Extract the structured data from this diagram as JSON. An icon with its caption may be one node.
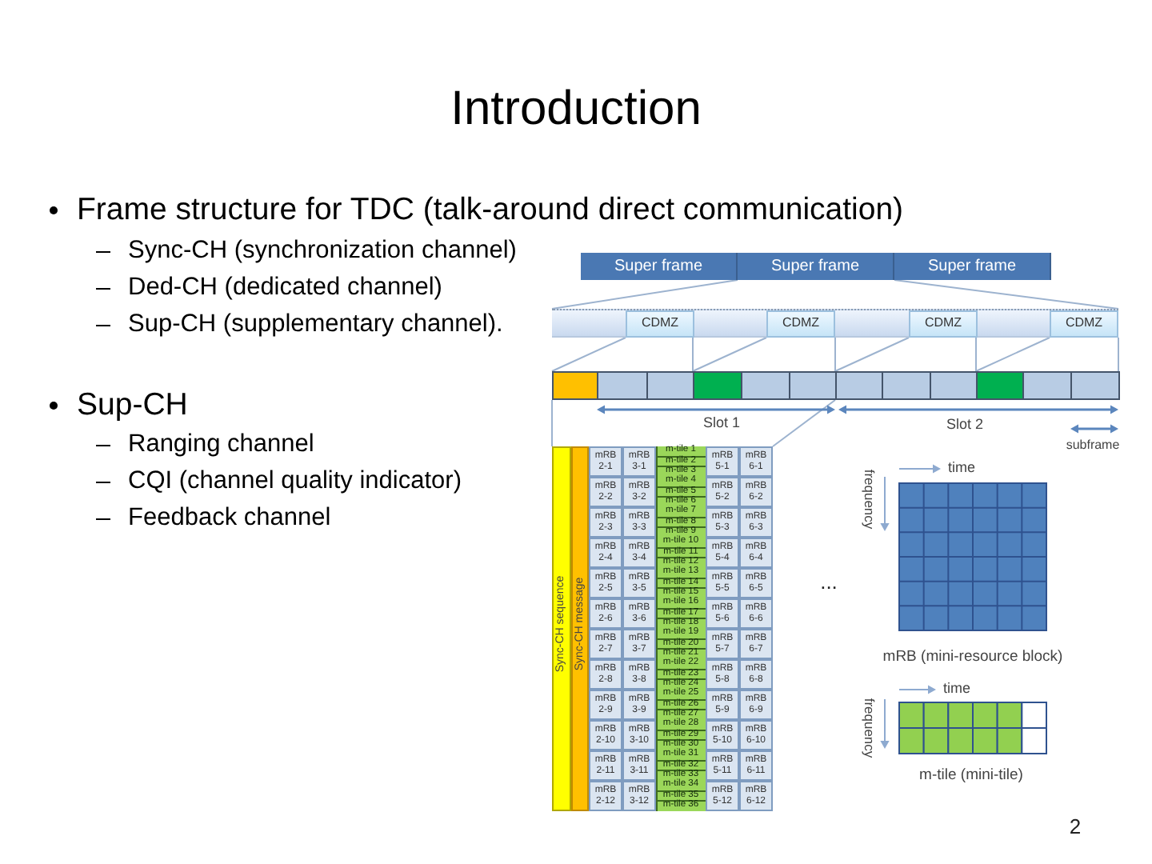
{
  "diagram": {
    "title": "Introduction",
    "nodes": [
      {
        "text": [
          "Super frame"
        ]
      },
      {
        "text": [
          "Super frame"
        ]
      },
      {
        "text": [
          "Super frame"
        ]
      },
      {
        "text": [
          "CDMZ"
        ]
      },
      {
        "text": [
          "CDMZ"
        ]
      },
      {
        "text": [
          "CDMZ"
        ]
      },
      {
        "text": [
          "CDMZ"
        ]
      }
    ],
    "labels": [
      "Frame structure for TDC (talk-around direct communication)",
      "Sync-CH (synchronization channel)",
      "Ded-CH (dedicated channel)",
      "Sup-CH (supplementary channel).",
      "Sup-CH",
      "Ranging channel",
      "CQI (channel quality indicator)",
      "Feedback channel",
      "Slot 1",
      "Slot 2",
      "subframe",
      "Sync-CH sequence",
      "Sync-CH message",
      "mRB 2-1",
      "mRB 3-1",
      "m-tile 1",
      "m-tile 2",
      "m-tile 3",
      "mRB 5-1",
      "mRB 6-1",
      "mRB 2-2",
      "mRB 3-2",
      "m-tile 4",
      "m-tile 5",
      "m-tile 6",
      "mRB 5-2",
      "mRB 6-2",
      "mRB 2-3",
      "mRB 3-3",
      "m-tile 7",
      "m-tile 8",
      "m-tile 9",
      "mRB 5-3",
      "mRB 6-3",
      "mRB 2-4",
      "mRB 3-4",
      "m-tile 10",
      "m-tile 11",
      "m-tile 12",
      "mRB 5-4",
      "mRB 6-4",
      "mRB 2-5",
      "mRB 3-5",
      "m-tile 13",
      "m-tile 14",
      "m-tile 15",
      "mRB 5-5",
      "mRB 6-5",
      "mRB 2-6",
      "mRB 3-6",
      "m-tile 16",
      "m-tile 17",
      "m-tile 18",
      "mRB 5-6",
      "mRB 6-6",
      "mRB 2-7",
      "mRB 3-7",
      "m-tile 19",
      "m-tile 20",
      "m-tile 21",
      "mRB 5-7",
      "mRB 6-7",
      "mRB 2-8",
      "mRB 3-8",
      "m-tile 22",
      "m-tile 23",
      "m-tile 24",
      "mRB 5-8",
      "mRB 6-8",
      "mRB 2-9",
      "mRB 3-9",
      "m-tile 25",
      "m-tile 26",
      "m-tile 27",
      "mRB 5-9",
      "mRB 6-9",
      "mRB 2-10",
      "mRB 3-10",
      "m-tile 28",
      "m-tile 29",
      "m-tile 30",
      "mRB 5-10",
      "mRB 6-10",
      "mRB 2-11",
      "mRB 3-11",
      "m-tile 31",
      "m-tile 32",
      "m-tile 33",
      "mRB 5-11",
      "mRB 6-11",
      "mRB 2-12",
      "mRB 3-12",
      "m-tile 34",
      "m-tile 35",
      "m-tile 36",
      "mRB 5-12",
      "mRB 6-12",
      "...",
      "time",
      "frequency",
      "mRB (mini-resource block)",
      "time",
      "frequency",
      "m-tile (mini-tile)",
      "2"
    ]
  }
}
